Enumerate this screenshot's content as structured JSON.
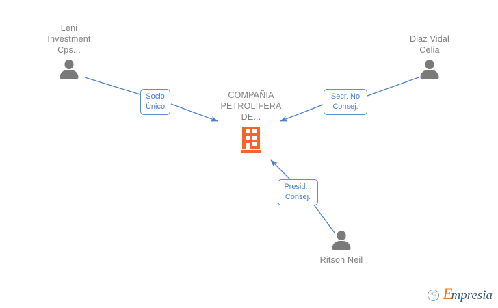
{
  "diagram": {
    "type": "organization-relationship-graph",
    "background_color": "#ffffff",
    "edge_color": "#4a7fce",
    "person_color": "#7a7a7a",
    "company_color": "#f4652b",
    "label_text_color": "#808080"
  },
  "company": {
    "name": "COMPAÑIA\nPETROLIFERA\nDE...",
    "icon": "building-icon"
  },
  "people": [
    {
      "id": "leni",
      "name": "Leni\nInvestment\nCps...",
      "icon": "person-icon"
    },
    {
      "id": "diaz",
      "name": "Diaz Vidal\nCelia",
      "icon": "person-icon"
    },
    {
      "id": "ritson",
      "name": "Ritson Neil",
      "icon": "person-icon"
    }
  ],
  "relations": [
    {
      "id": "socio-unico",
      "label": "Socio\nÚnico",
      "from": "leni",
      "to": "company"
    },
    {
      "id": "secr-no-consej",
      "label": "Secr.  No\nConsej.",
      "from": "diaz",
      "to": "company"
    },
    {
      "id": "presid-consej",
      "label": "Presid. ,\nConsej.",
      "from": "ritson",
      "to": "company"
    }
  ],
  "watermark": {
    "copyright": "©",
    "brand_initial": "E",
    "brand_rest": "mpresia"
  }
}
